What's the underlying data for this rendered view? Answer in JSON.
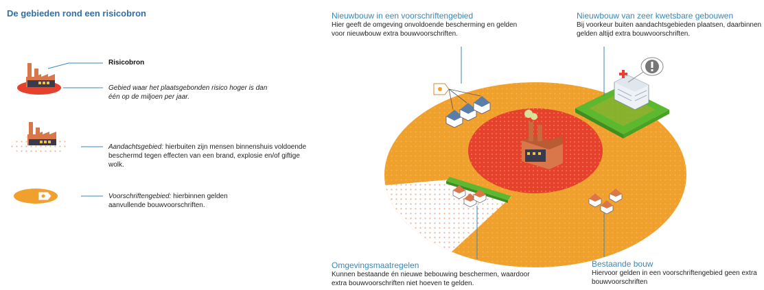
{
  "title": "De gebieden rond een risicobron",
  "legend": {
    "risicobron": "Risicobron",
    "plaatsgebonden": "Gebied waar het plaatsgebonden risico hoger is dan één op de miljoen per jaar.",
    "aandachtsgebied_term": "Aandachtsgebied:",
    "aandachtsgebied_text": "hierbuiten zijn mensen binnenshuis voldoende beschermd tegen effecten van een brand, explosie en/of giftige wolk.",
    "voorschriftengebied_term": "Voorschriftengebied:",
    "voorschriftengebied_text": "hierbinnen gelden aanvullende bouwvoorschriften."
  },
  "annotations": {
    "nieuwbouw_voorschriften": {
      "heading": "Nieuwbouw in een voorschriftengebied",
      "text": "Hier geeft de omgeving onvoldoende bescherming en gelden voor nieuwbouw extra bouwvoorschriften."
    },
    "nieuwbouw_kwetsbaar": {
      "heading": "Nieuwbouw van zeer kwetsbare gebouwen",
      "text": "Bij voorkeur buiten aandachtsgebieden plaatsen, daarbinnen gelden altijd extra bouwvoorschriften."
    },
    "omgevingsmaatregelen": {
      "heading": "Omgevingsmaatregelen",
      "text": "Kunnen bestaande én nieuwe bebouwing beschermen, waardoor extra bouwvoorschriften niet hoeven te gelden."
    },
    "bestaande_bouw": {
      "heading": "Bestaande bouw",
      "text": "Hiervoor gelden in een voorschriftengebied geen extra bouwvoorschriften"
    }
  },
  "colors": {
    "orange": "#f0a02d",
    "red": "#e5412d",
    "green": "#5cb82e",
    "blue_heading": "#3a87b8",
    "title_blue": "#2f6fa8",
    "brick": "#d9774a"
  },
  "icons": {
    "exclamation": "exclamation-icon",
    "factory": "factory-icon",
    "location_tag": "tag-icon"
  }
}
